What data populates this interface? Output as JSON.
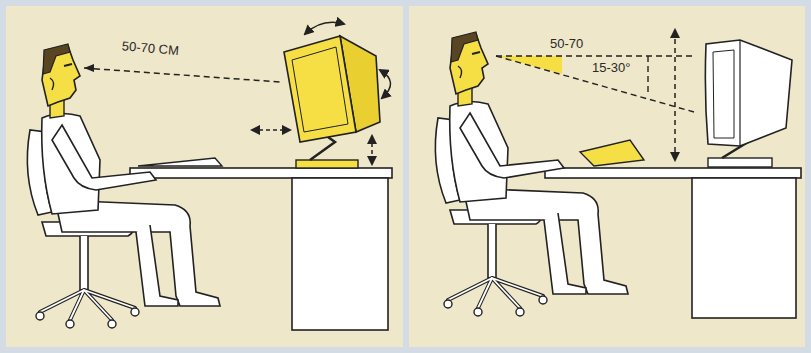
{
  "diagram": {
    "labels": [
      "50-70 CM",
      "50-70",
      "15-30°"
    ]
  }
}
